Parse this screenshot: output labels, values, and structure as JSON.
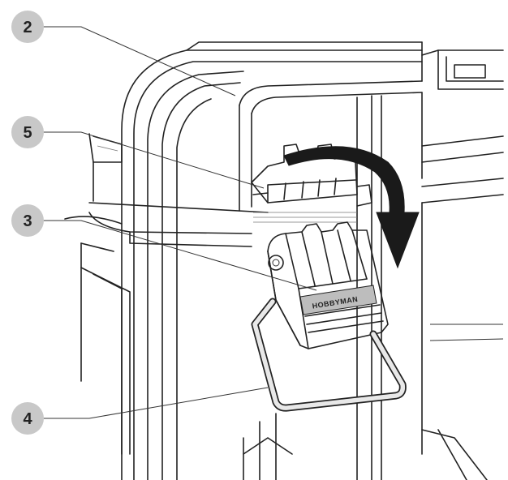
{
  "callouts": [
    {
      "id": "2",
      "label": "2"
    },
    {
      "id": "5",
      "label": "5"
    },
    {
      "id": "3",
      "label": "3"
    },
    {
      "id": "4",
      "label": "4"
    }
  ],
  "latch": {
    "brand_text": "HOBBYMAN"
  },
  "colors": {
    "callout_fill": "#c8c8c8",
    "arrow_fill": "#1a1a1a",
    "line": "#222222",
    "latch_shade": "#bdbdbd"
  }
}
